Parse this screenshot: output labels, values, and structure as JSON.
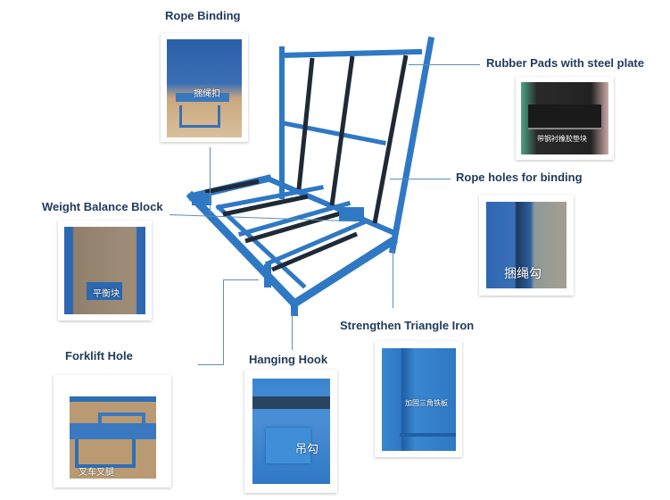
{
  "labels": {
    "rope_binding": "Rope Binding",
    "rubber_pads": "Rubber Pads with steel plate",
    "rope_holes": "Rope holes for binding",
    "weight_balance": "Weight Balance Block",
    "strengthen_triangle": "Strengthen Triangle Iron",
    "forklift_hole": "Forklift Hole",
    "hanging_hook": "Hanging Hook"
  },
  "photo_captions": {
    "rope_binding": "捆绳扣",
    "rubber_pads": "带钢衬橡胶垫块",
    "rope_holes": "捆绳勾",
    "weight_balance": "平衡块",
    "strengthen_triangle": "加固三角铁板",
    "forklift_hole": "叉车叉腿",
    "hanging_hook": "吊勾"
  },
  "colors": {
    "rack_blue": "#2f78c4",
    "label_text": "#1f3a5a",
    "leader_line": "#5b8fb5",
    "rubber_black": "#222222"
  }
}
